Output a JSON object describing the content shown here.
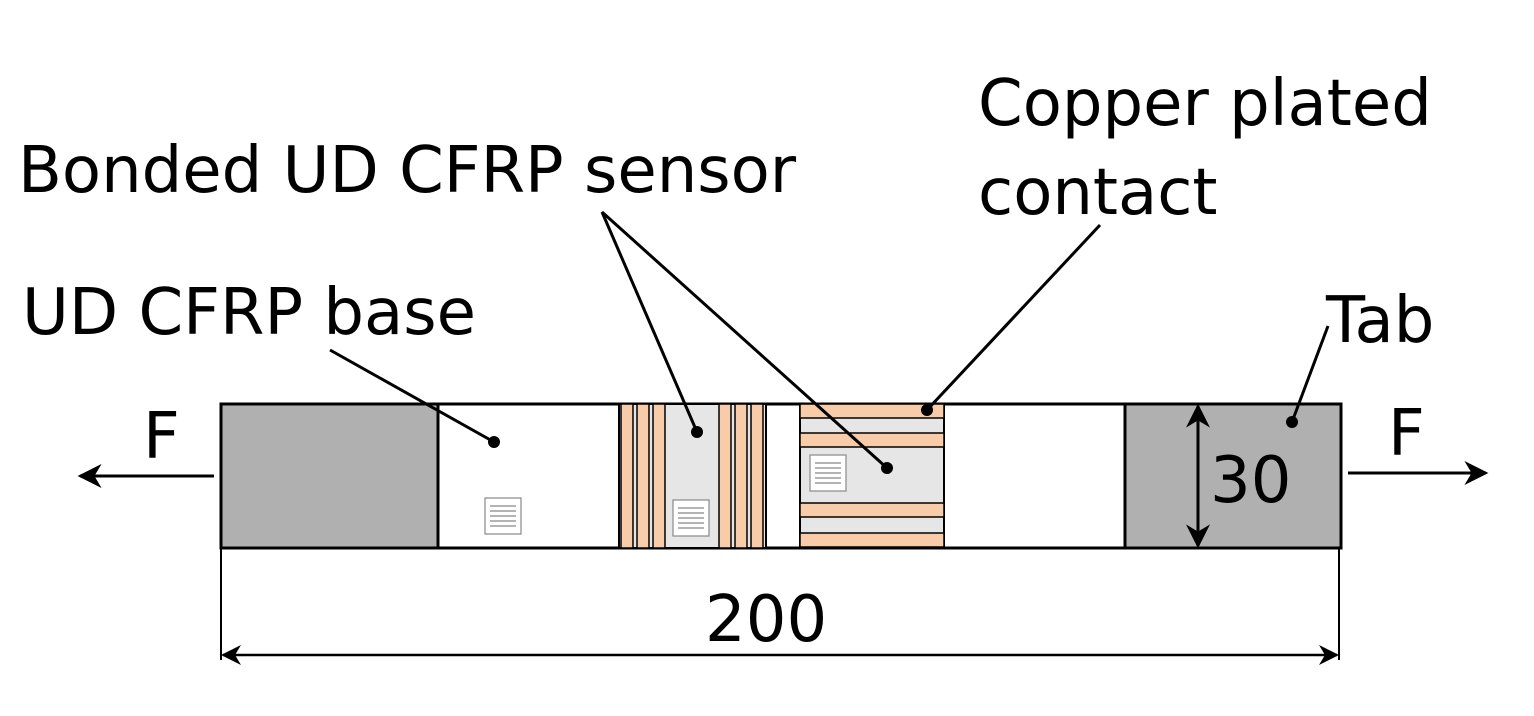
{
  "labels": {
    "bonded_sensor": "Bonded UD CFRP sensor",
    "copper_line1": "Copper plated",
    "copper_line2": "contact",
    "base": "UD CFRP base",
    "tab": "Tab",
    "force_left": "F",
    "force_right": "F",
    "width_dim": "30",
    "length_dim": "200"
  },
  "colors": {
    "tab_fill": "#b0b0b0",
    "sensor_fill": "#e6e6e6",
    "copper_fill": "#f9cca9",
    "outline": "#000000"
  }
}
